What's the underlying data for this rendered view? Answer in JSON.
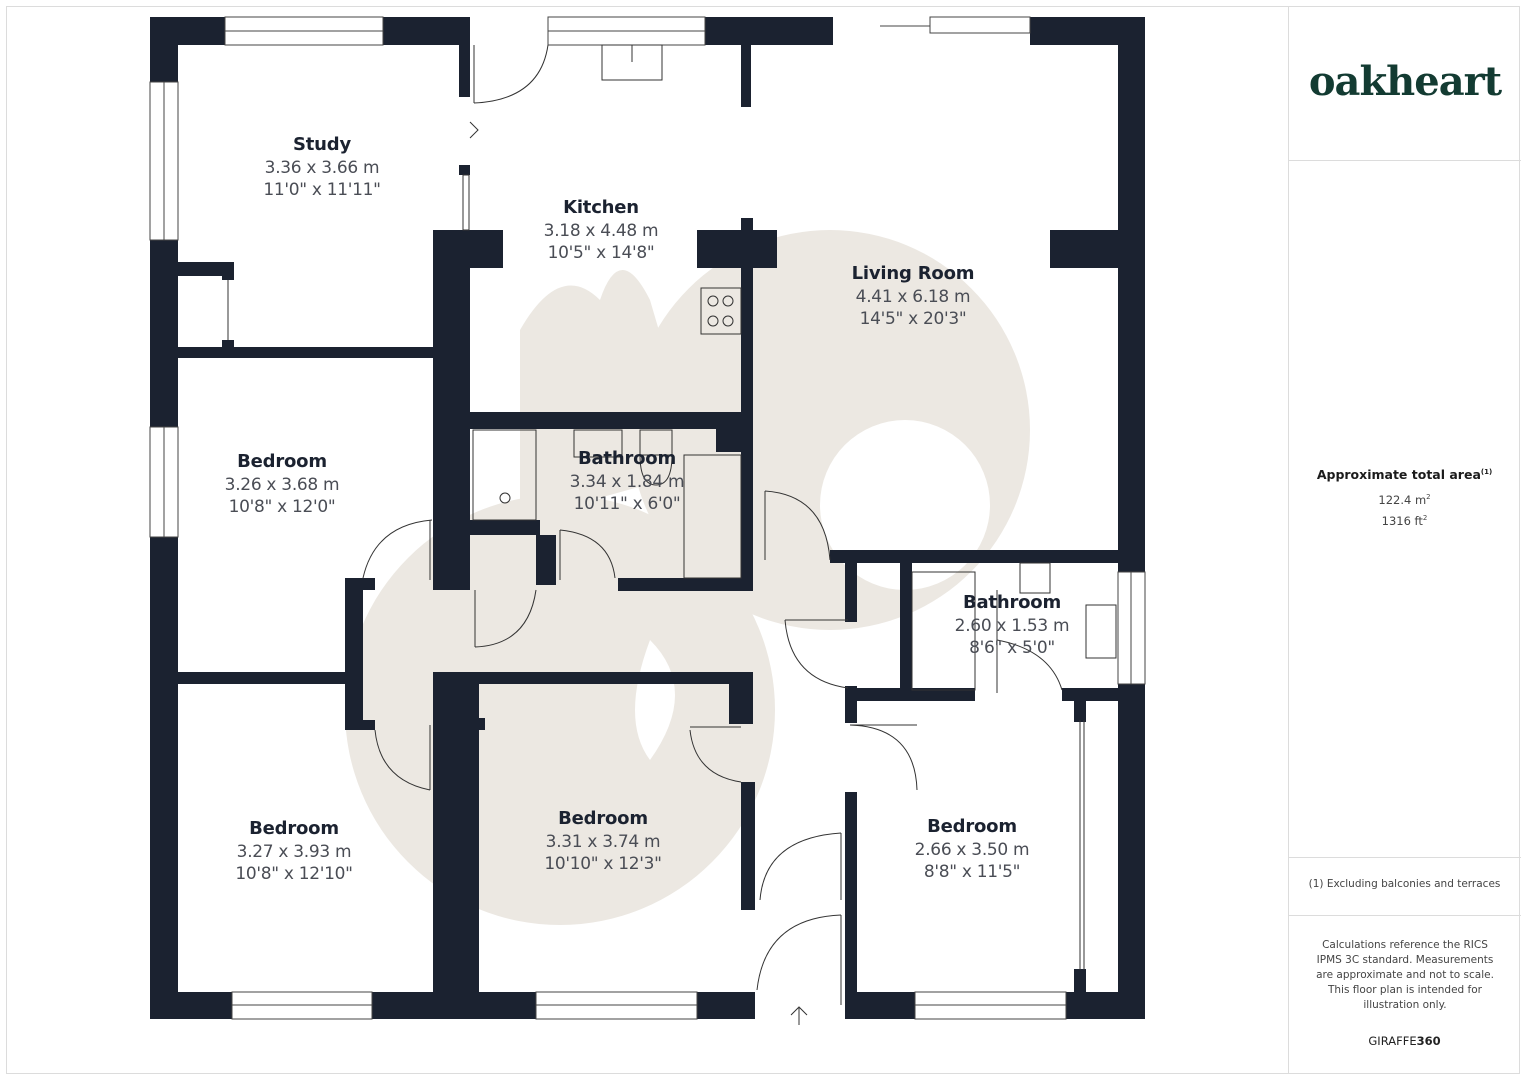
{
  "brand": {
    "logo_text": "oakheart",
    "logo_color": "#133b32"
  },
  "summary": {
    "area_title": "Approximate total area",
    "area_footnote_marker": "(1)",
    "area_m2": "122.4 m",
    "area_m2_unit_sup": "2",
    "area_ft2": "1316 ft",
    "area_ft2_unit_sup": "2",
    "footnote": "(1) Excluding balconies and terraces",
    "disclaimer": "Calculations reference the RICS IPMS 3C standard. Measurements are approximate and not to scale. This floor plan is intended for illustration only.",
    "credit_prefix": "GIRAFFE",
    "credit_suffix": "360"
  },
  "colors": {
    "wall": "#1b2230",
    "watermark": "#ece8e2",
    "fixture_stroke": "#3a3a3a"
  },
  "rooms": [
    {
      "name": "Study",
      "metric": "3.36 x 3.66 m",
      "imperial": "11'0\" x 11'11\""
    },
    {
      "name": "Kitchen",
      "metric": "3.18 x 4.48 m",
      "imperial": "10'5\" x 14'8\""
    },
    {
      "name": "Living Room",
      "metric": "4.41 x 6.18 m",
      "imperial": "14'5\" x 20'3\""
    },
    {
      "name": "Bedroom",
      "metric": "3.26 x 3.68 m",
      "imperial": "10'8\" x 12'0\""
    },
    {
      "name": "Bathroom",
      "metric": "3.34 x 1.84 m",
      "imperial": "10'11\" x 6'0\""
    },
    {
      "name": "Bathroom",
      "metric": "2.60 x 1.53 m",
      "imperial": "8'6\" x 5'0\""
    },
    {
      "name": "Bedroom",
      "metric": "3.27 x 3.93 m",
      "imperial": "10'8\" x 12'10\""
    },
    {
      "name": "Bedroom",
      "metric": "3.31 x 3.74 m",
      "imperial": "10'10\" x 12'3\""
    },
    {
      "name": "Bedroom",
      "metric": "2.66 x 3.50 m",
      "imperial": "8'8\" x 11'5\""
    }
  ]
}
